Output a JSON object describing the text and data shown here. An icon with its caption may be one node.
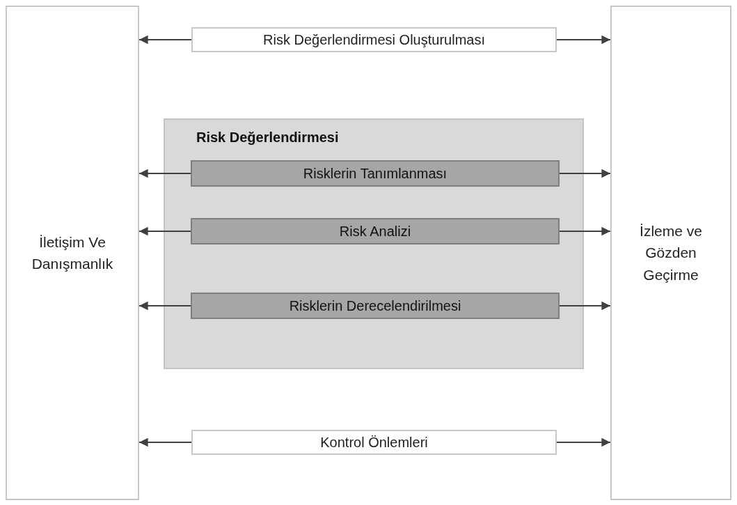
{
  "diagram": {
    "nodes": [
      {
        "text": [
          "İletişim Ve Danışmanlık"
        ]
      },
      {
        "text": [
          "Risk Değerlendirmesi Oluşturulması"
        ]
      },
      {
        "text": [
          "Risk Değerlendirmesi"
        ]
      },
      {
        "text": [
          "Risklerin Tanımlanması"
        ],
        "in": 2
      },
      {
        "text": [
          "Risk Analizi"
        ],
        "in": 2
      },
      {
        "text": [
          "Risklerin Derecelendirilmesi"
        ],
        "in": 2
      },
      {
        "text": [
          "Kontrol Önlemleri"
        ]
      },
      {
        "text": [
          "İzleme ve Gözden Geçirme"
        ]
      }
    ],
    "edges": [
      {
        "from": 1,
        "to": 0,
        "arrow": "to"
      },
      {
        "from": 1,
        "to": 7,
        "arrow": "to"
      },
      {
        "from": 3,
        "to": 0,
        "arrow": "to"
      },
      {
        "from": 3,
        "to": 7,
        "arrow": "to"
      },
      {
        "from": 4,
        "to": 0,
        "arrow": "to"
      },
      {
        "from": 4,
        "to": 7,
        "arrow": "to"
      },
      {
        "from": 5,
        "to": 0,
        "arrow": "to"
      },
      {
        "from": 5,
        "to": 7,
        "arrow": "to"
      },
      {
        "from": 6,
        "to": 0,
        "arrow": "to"
      },
      {
        "from": 6,
        "to": 7,
        "arrow": "to"
      }
    ]
  }
}
